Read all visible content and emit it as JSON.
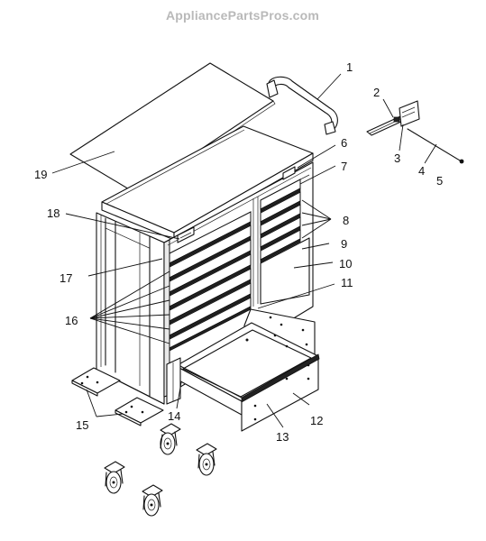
{
  "watermark": "AppliancePartsPros.com",
  "callouts": [
    "1",
    "2",
    "3",
    "4",
    "5",
    "6",
    "7",
    "8",
    "9",
    "10",
    "11",
    "12",
    "13",
    "14",
    "15",
    "16",
    "17",
    "18",
    "19"
  ]
}
